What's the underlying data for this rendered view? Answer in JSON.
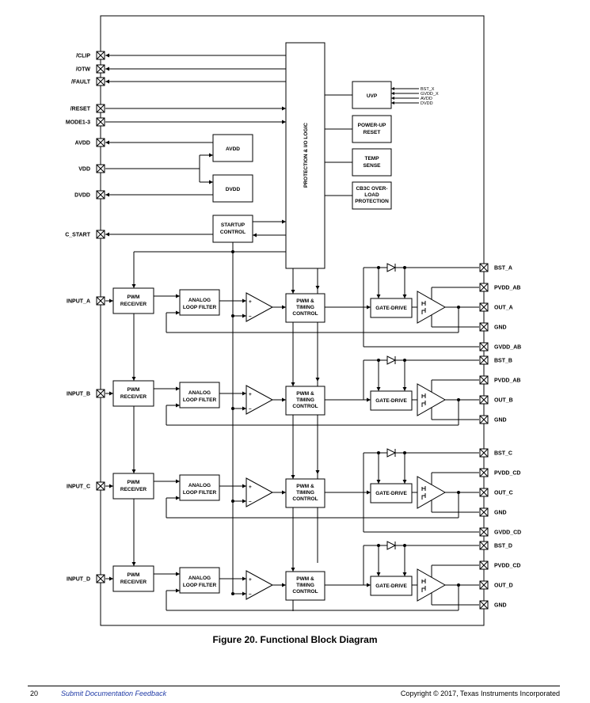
{
  "caption": "Figure 20.  Functional Block Diagram",
  "footer": {
    "page_number": "20",
    "feedback_link": "Submit Documentation Feedback",
    "copyright": "Copyright © 2017, Texas Instruments Incorporated"
  },
  "left_pins": {
    "clip": "/CLIP",
    "otw": "/OTW",
    "fault": "/FAULT",
    "reset": "/RESET",
    "mode": "MODE1-3",
    "avdd": "AVDD",
    "vdd": "VDD",
    "dvdd": "DVDD",
    "c_start": "C_START",
    "input_a": "INPUT_A",
    "input_b": "INPUT_B",
    "input_c": "INPUT_C",
    "input_d": "INPUT_D"
  },
  "right_pins": {
    "bst_a": "BST_A",
    "pvdd_ab_1": "PVDD_AB",
    "out_a": "OUT_A",
    "gnd_1": "GND",
    "gvdd_ab": "GVDD_AB",
    "bst_b": "BST_B",
    "pvdd_ab_2": "PVDD_AB",
    "out_b": "OUT_B",
    "gnd_2": "GND",
    "bst_c": "BST_C",
    "pvdd_cd_1": "PVDD_CD",
    "out_c": "OUT_C",
    "gnd_3": "GND",
    "gvdd_cd": "GVDD_CD",
    "bst_d": "BST_D",
    "pvdd_cd_2": "PVDD_CD",
    "out_d": "OUT_D",
    "gnd_4": "GND"
  },
  "blocks": {
    "protection": "PROTECTION & I/O LOGIC",
    "uvp": "UVP",
    "uvp_inputs": [
      "BST_X",
      "GVDD_X",
      "AVDD",
      "DVDD"
    ],
    "powerup": [
      "POWER-UP",
      "RESET"
    ],
    "temp": [
      "TEMP",
      "SENSE"
    ],
    "overload": [
      "CB3C OVER-",
      "LOAD",
      "PROTECTION"
    ],
    "avdd_reg": "AVDD",
    "dvdd_reg": "DVDD",
    "startup": [
      "STARTUP",
      "CONTROL"
    ],
    "pwm_receiver": [
      "PWM",
      "RECEIVER"
    ],
    "analog_filter": [
      "ANALOG",
      "LOOP FILTER"
    ],
    "comparator_plus": "+",
    "comparator_minus": "–",
    "pwm_timing": [
      "PWM &",
      "TIMING",
      "CONTROL"
    ],
    "gate_drive": "GATE-DRIVE"
  }
}
